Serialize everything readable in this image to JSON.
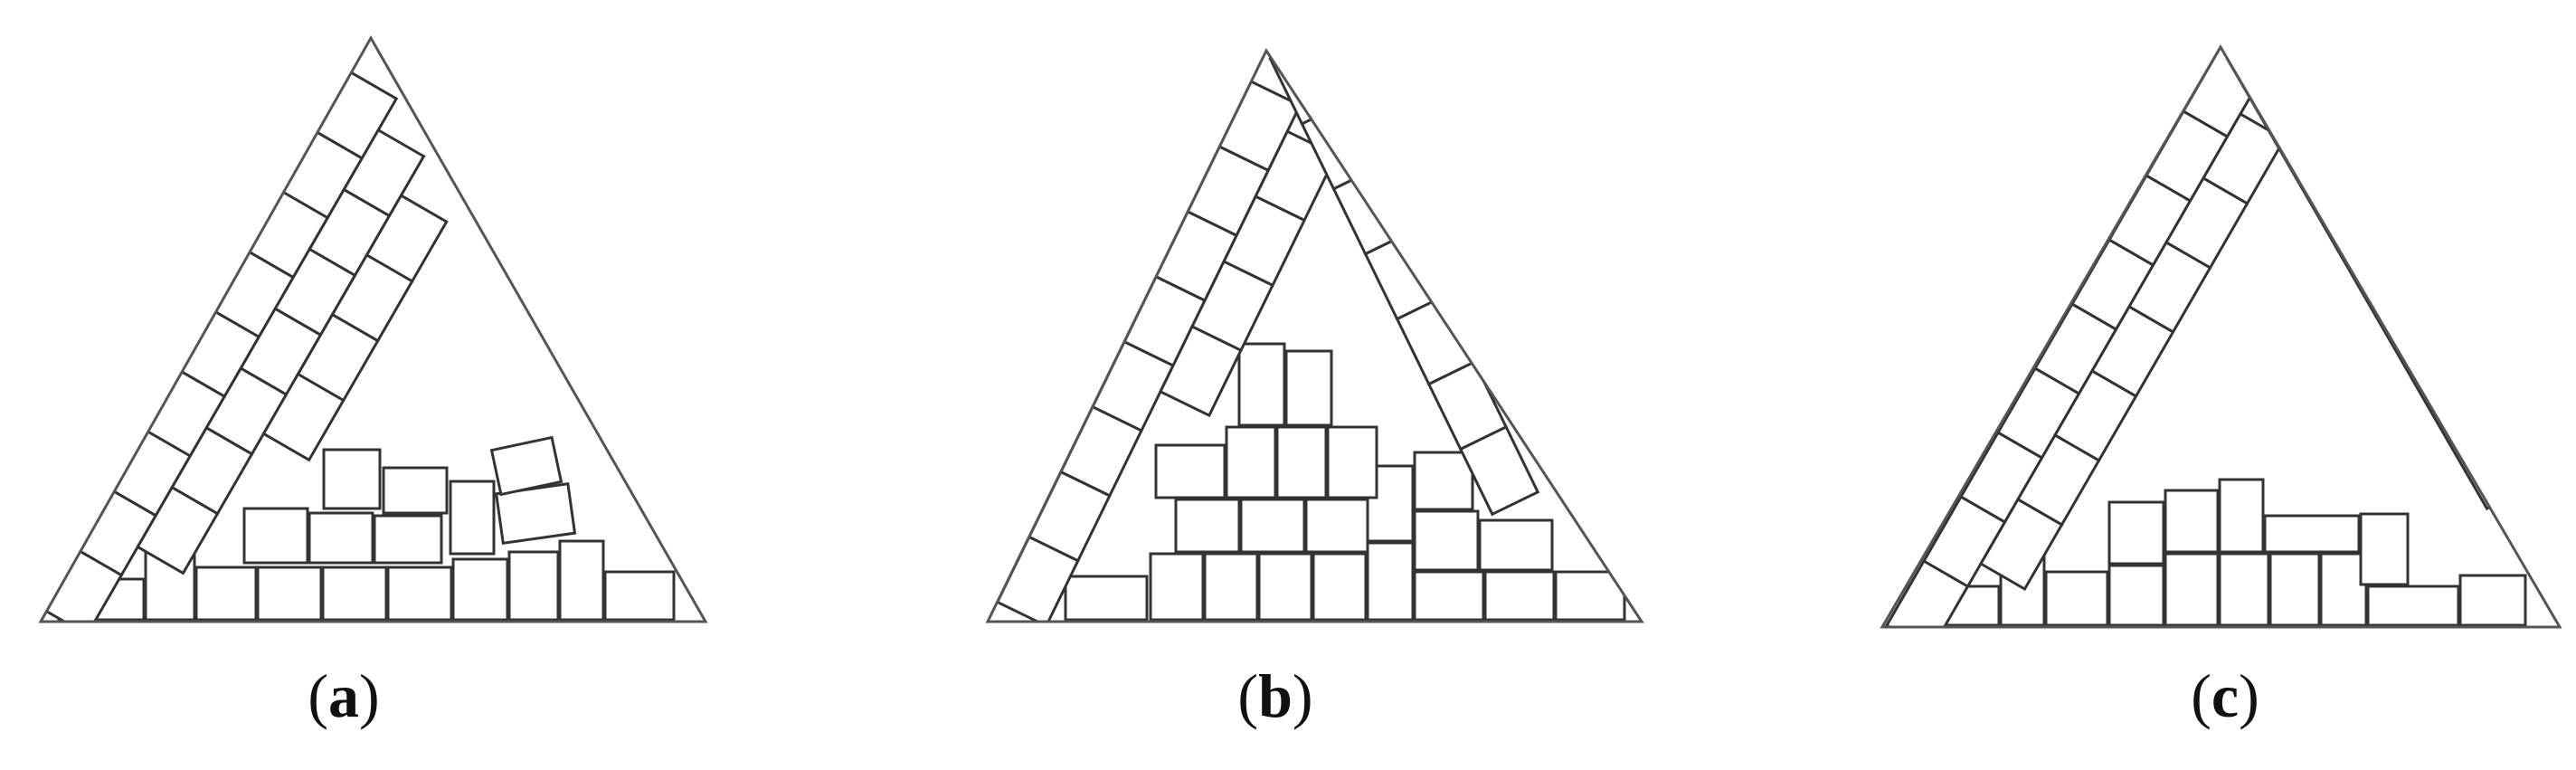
{
  "panels": [
    {
      "id": "a",
      "caption": {
        "open": "(",
        "letter": "a",
        "close": ")"
      }
    },
    {
      "id": "b",
      "caption": {
        "open": "(",
        "letter": "b",
        "close": ")"
      }
    },
    {
      "id": "c",
      "caption": {
        "open": "(",
        "letter": "c",
        "close": ")"
      }
    }
  ]
}
